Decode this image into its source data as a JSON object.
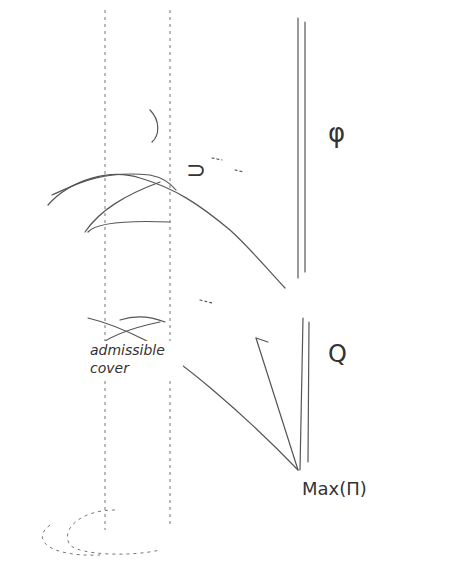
{
  "diagram": {
    "nodes": [
      {
        "text": [
          "admissible cover"
        ]
      }
    ],
    "labels": [
      "φ",
      "⊃",
      "Q",
      "Max(Π)"
    ]
  }
}
